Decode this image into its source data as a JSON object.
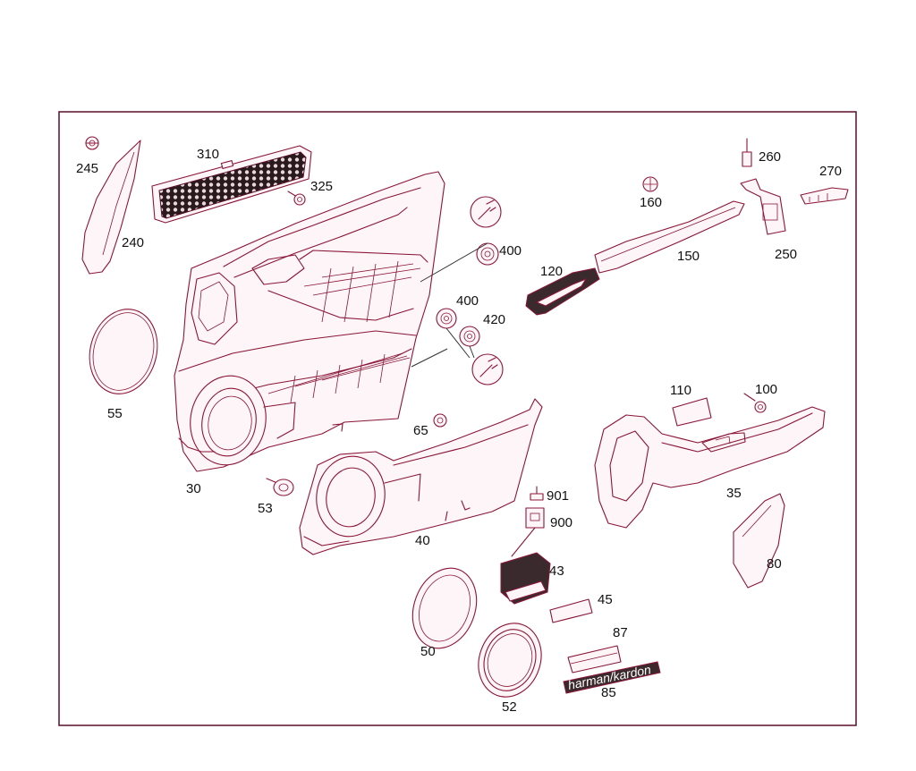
{
  "labels": {
    "p245": "245",
    "p310": "310",
    "p325": "325",
    "p240": "240",
    "p400a": "400",
    "p160": "160",
    "p260": "260",
    "p270": "270",
    "p150": "150",
    "p250": "250",
    "p120": "120",
    "p400b": "400",
    "p420": "420",
    "p55": "55",
    "p110": "110",
    "p100": "100",
    "p65": "65",
    "p30": "30",
    "p35": "35",
    "p53": "53",
    "p901": "901",
    "p900": "900",
    "p40": "40",
    "p43": "43",
    "p80": "80",
    "p45": "45",
    "p50": "50",
    "p87": "87",
    "p85": "85",
    "p52": "52"
  },
  "brand_text": "harman/kardon",
  "colors": {
    "line": "#8b1538",
    "frame": "#5a0d2a",
    "label": "#111111"
  }
}
